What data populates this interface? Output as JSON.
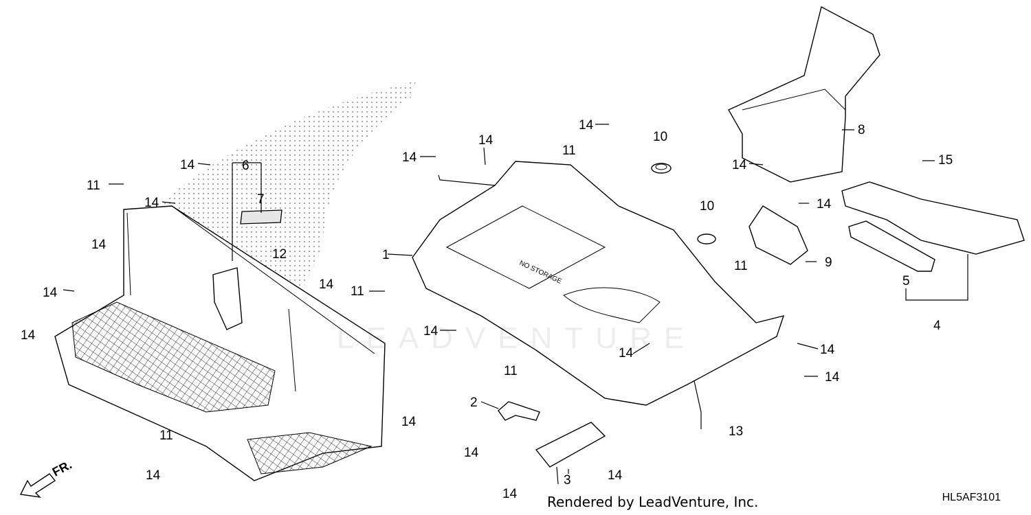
{
  "diagram": {
    "watermark": "LEADVENTURE",
    "direction_label": "FR.",
    "credit": "Rendered by LeadVenture, Inc.",
    "diagram_code": "HL5AF3101",
    "text_on_parts": {
      "tray_marking": "NO STORAGE"
    },
    "callouts": [
      "1",
      "2",
      "3",
      "4",
      "5",
      "6",
      "7",
      "8",
      "9",
      "10",
      "11",
      "12",
      "13",
      "14",
      "15"
    ]
  }
}
